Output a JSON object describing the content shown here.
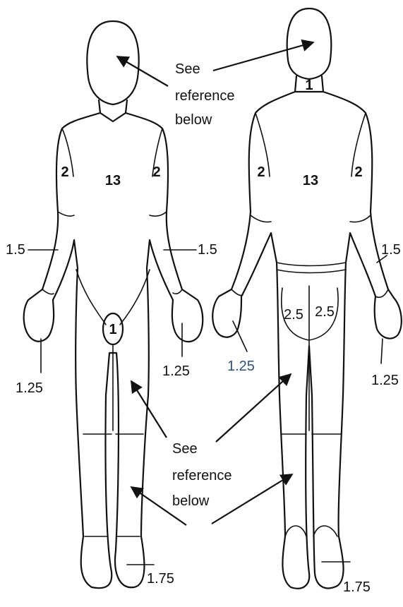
{
  "front": {
    "head_torso": "13",
    "upper_arm_left": "2",
    "upper_arm_right": "2",
    "genital": "1",
    "forearm_left": "1.5",
    "forearm_right": "1.5",
    "hand_left": "1.25",
    "hand_right": "1.25",
    "foot": "1.75"
  },
  "back": {
    "neck": "1",
    "torso": "13",
    "upper_arm_left": "2",
    "upper_arm_right": "2",
    "buttock_left": "2.5",
    "buttock_right": "2.5",
    "forearm_right": "1.5",
    "hand_left": "1.25",
    "hand_right": "1.25",
    "foot": "1.75"
  },
  "reference_top": [
    "See",
    "reference",
    "below"
  ],
  "reference_bottom": [
    "See",
    "reference",
    "below"
  ],
  "colors": {
    "line": "#111111",
    "blue_label": "#2f4f7f"
  }
}
